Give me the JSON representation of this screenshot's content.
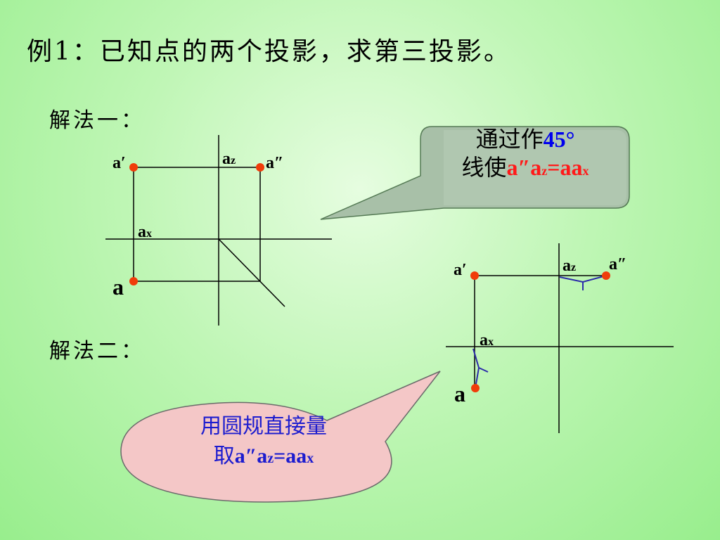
{
  "title": "例1：已知点的两个投影，求第三投影。",
  "method1": "解法一：",
  "method2": "解法二：",
  "labels": {
    "a_prime": "a′",
    "a_double_prime": "a″",
    "a": "a",
    "a_base": "a",
    "z_sub": "z",
    "x_sub": "x"
  },
  "callout1": {
    "line1_text": "通过作",
    "line1_value": "45°",
    "line2_text": "线使",
    "line2_a2": "a″",
    "line2_a": "a",
    "line2_z": "z",
    "line2_eq": "=aa",
    "line2_x": "x"
  },
  "callout2": {
    "line1": "用圆规直接量",
    "line2_text": "取",
    "line2_a2": "a″",
    "line2_a": "a",
    "line2_z": "z",
    "line2_eq": "=aa",
    "line2_x": "x"
  },
  "colors": {
    "point": "#f03c0a",
    "arc": "#2c2caa",
    "callout1_fill": "#a8c0a8",
    "callout2_fill": "#f4c7c7",
    "blue_text": "#0000ee",
    "red_text": "#ff1a1a"
  }
}
